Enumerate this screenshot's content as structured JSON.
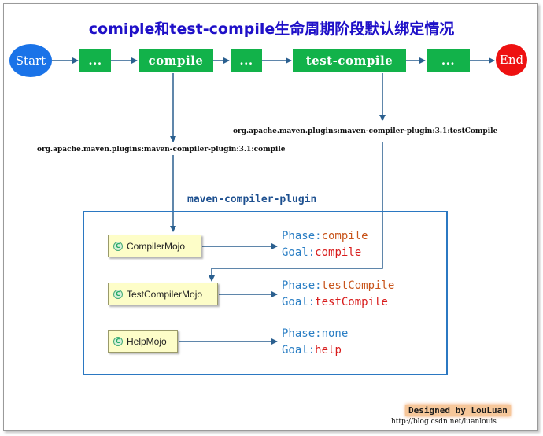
{
  "title": "comiple和test-compile生命周期阶段默认绑定情况",
  "flow": {
    "start": "Start",
    "dots1": "...",
    "compile": "compile",
    "dots2": "...",
    "test_compile": "test-compile",
    "dots3": "...",
    "end": "End"
  },
  "bindings": {
    "test_compile": "org.apache.maven.plugins:maven-compiler-plugin:3.1:testCompile",
    "compile": "org.apache.maven.plugins:maven-compiler-plugin:3.1:compile"
  },
  "plugin": {
    "name": "maven-compiler-plugin",
    "class_icon": "C",
    "mojos": [
      {
        "name": "CompilerMojo",
        "phase_label": "Phase:",
        "phase": "compile",
        "goal_label": "Goal:",
        "goal": "compile"
      },
      {
        "name": "TestCompilerMojo",
        "phase_label": "Phase:",
        "phase": "testCompile",
        "goal_label": "Goal:",
        "goal": "testCompile"
      },
      {
        "name": "HelpMojo",
        "phase_label": "Phase:",
        "phase": "none",
        "goal_label": "Goal:",
        "goal": "help"
      }
    ]
  },
  "footer": {
    "designed": "Designed by LouLuan",
    "url": "http://blog.csdn.net/luanlouis"
  },
  "colors": {
    "flow_green": "#12b24a",
    "start_blue": "#1a73e8",
    "end_red": "#ee1111",
    "arrow": "#2a5f8f",
    "plugin_border": "#2b78c2"
  }
}
